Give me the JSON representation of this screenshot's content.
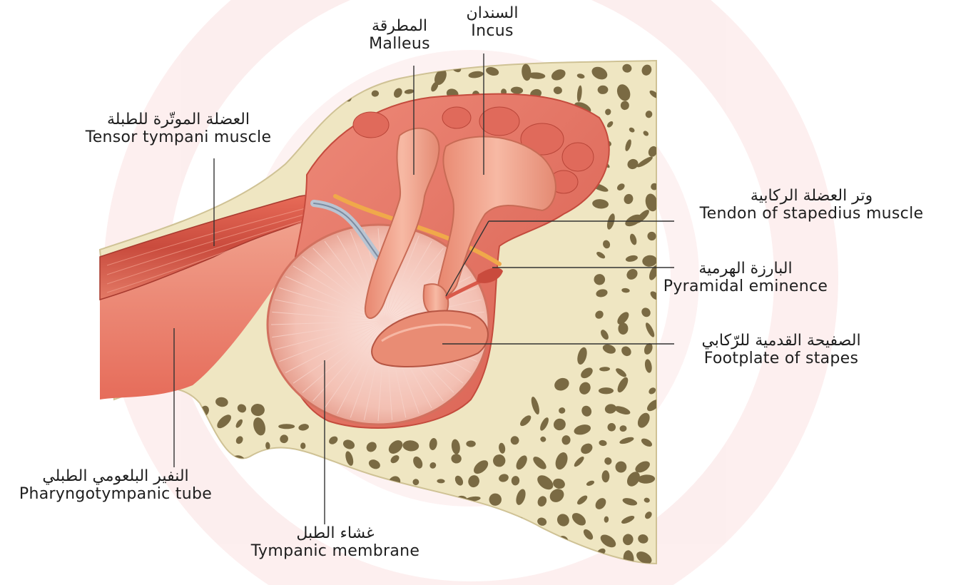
{
  "labels": {
    "malleus": {
      "ar": "المطرقة",
      "en": "Malleus"
    },
    "incus": {
      "ar": "السندان",
      "en": "Incus"
    },
    "tensor_tympani": {
      "ar": "العضلة الموتّرة للطبلة",
      "en": "Tensor tympani muscle"
    },
    "tendon_stapedius": {
      "ar": "وتر العضلة الركابية",
      "en": "Tendon of stapedius muscle"
    },
    "pyramidal_eminence": {
      "ar": "البارزة الهرمية",
      "en": "Pyramidal eminence"
    },
    "footplate_stapes": {
      "ar": "الصفيحة القدمية للرّكابي",
      "en": "Footplate of stapes"
    },
    "pharyngotympanic_tube": {
      "ar": "النفير البلعومي الطبلي",
      "en": "Pharyngotympanic tube"
    },
    "tympanic_membrane": {
      "ar": "غشاء الطبل",
      "en": "Tympanic membrane"
    }
  },
  "colors": {
    "bone": "#efe6c2",
    "bone_hole": "#7a6a43",
    "cavity": "#e5786a",
    "muscle": "#d9594a",
    "ossicle": "#f2a58f",
    "membrane": "#f4c4b8",
    "nerve": "#f0a94a",
    "tube": "#b9c4d2",
    "watermark": "#fbe3e3",
    "leader": "#333333"
  }
}
